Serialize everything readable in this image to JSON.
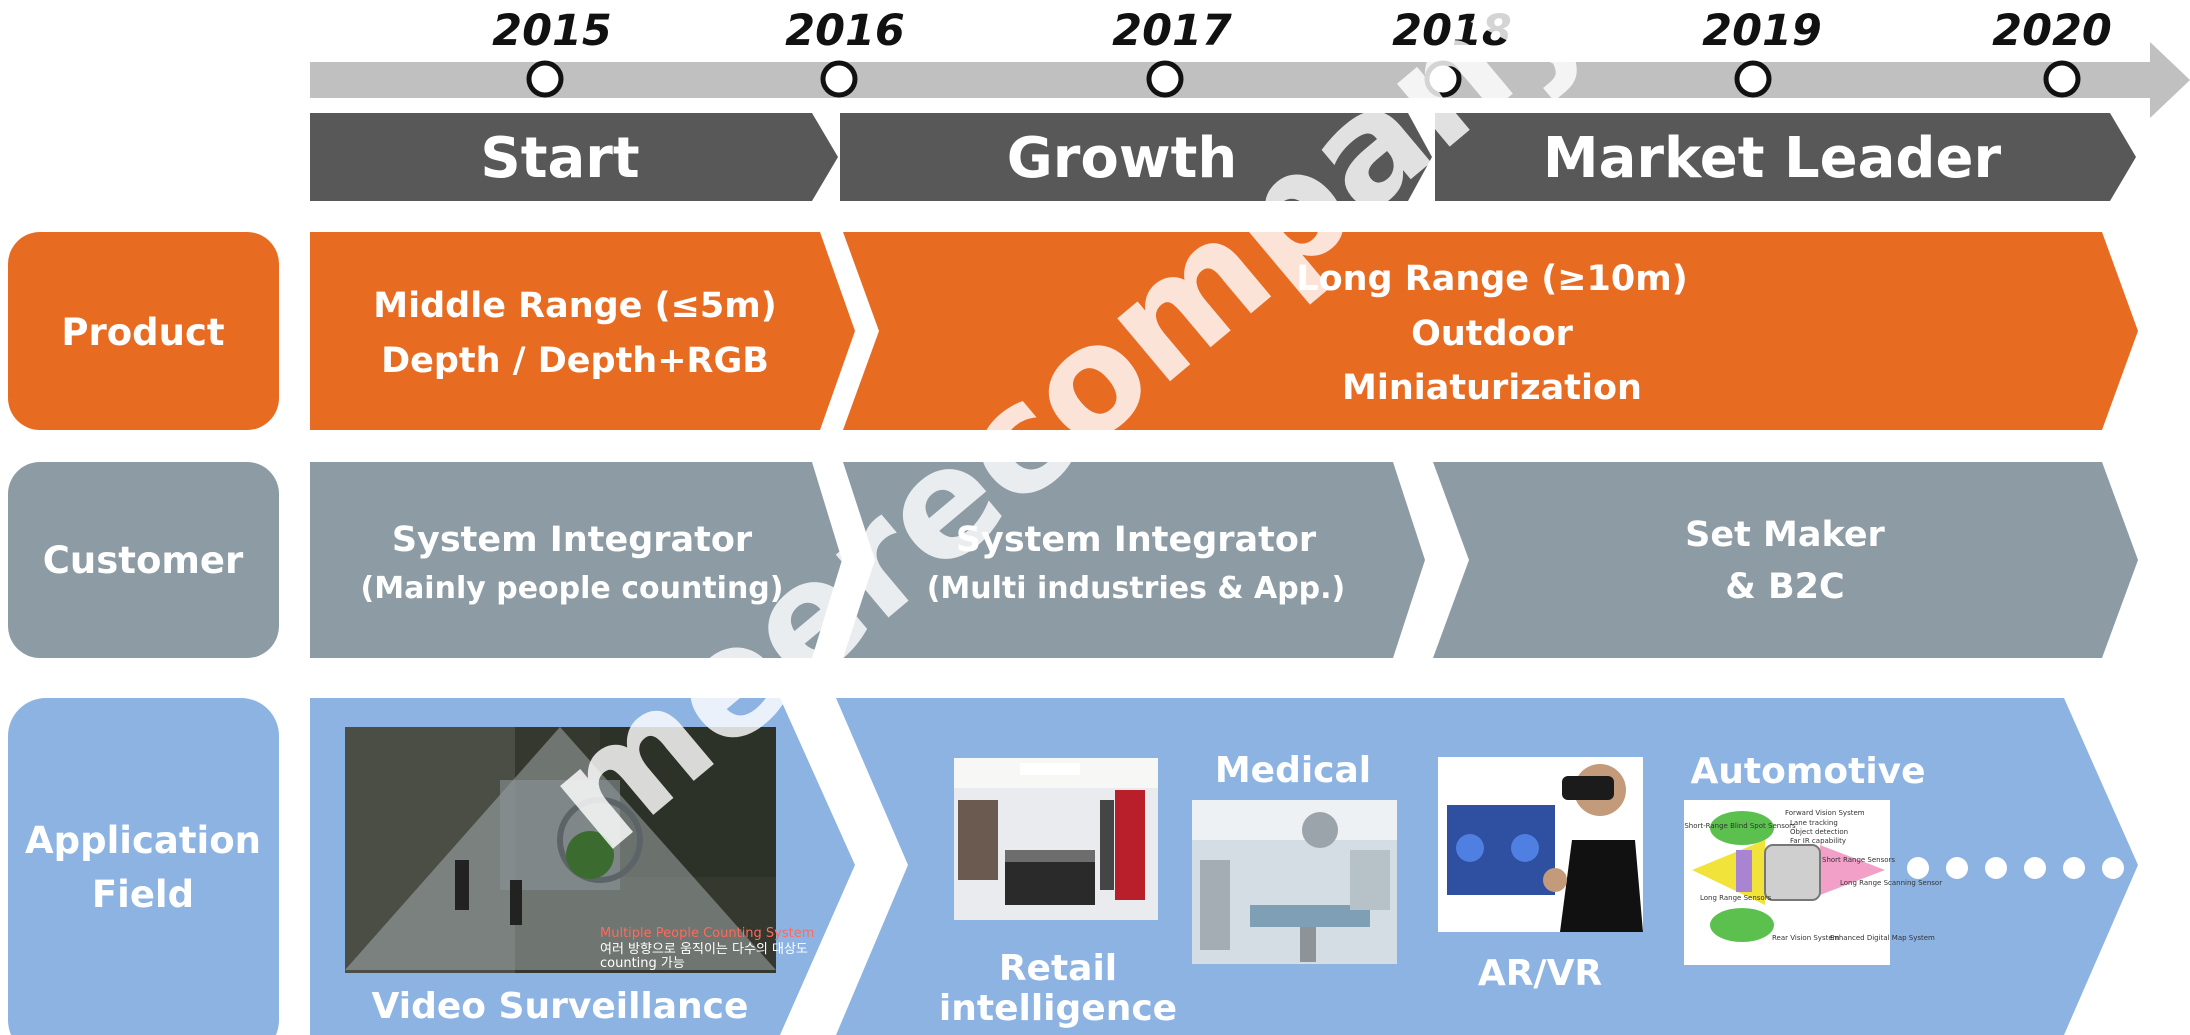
{
  "timeline": {
    "years": [
      "2015",
      "2016",
      "2017",
      "2018",
      "2019",
      "2020"
    ]
  },
  "phases": [
    "Start",
    "Growth",
    "Market Leader"
  ],
  "rows": {
    "product": {
      "label": "Product",
      "early": [
        "Middle Range (≤5m)",
        "Depth / Depth+RGB"
      ],
      "late": [
        "Long Range (≥10m)",
        "Outdoor",
        "Miniaturization"
      ]
    },
    "customer": {
      "label": "Customer",
      "c1": [
        "System Integrator",
        "(Mainly people counting)"
      ],
      "c2": [
        "System Integrator",
        "(Multi industries & App.)"
      ],
      "c3": [
        "Set Maker",
        "& B2C"
      ]
    },
    "application": {
      "label": [
        "Application",
        "Field"
      ],
      "video_caption": "Video Surveillance",
      "video_overlay": [
        "Multiple People Counting System",
        "여러 방향으로 움직이는 다수의 대상도",
        "counting 가능"
      ],
      "retail_caption": [
        "Retail",
        "intelligence"
      ],
      "medical_caption": "Medical",
      "arvr_caption": "AR/VR",
      "automotive_caption": "Automotive",
      "auto_diagram_labels": [
        "Short-Range Blind Spot Sensors",
        "Forward Vision System",
        "Lane tracking",
        "Object detection",
        "Far IR capability",
        "Long Range Sensors",
        "Short Range Sensors",
        "Long Range Scanning Sensor",
        "Rear Vision System",
        "Enhanced Digital Map System"
      ]
    }
  },
  "watermark": "meerecompany",
  "colors": {
    "timeline_bar": "#c0c0c0",
    "phase": "#585858",
    "product": "#e86b22",
    "customer": "#8c9ba4",
    "application": "#8db3e2"
  }
}
